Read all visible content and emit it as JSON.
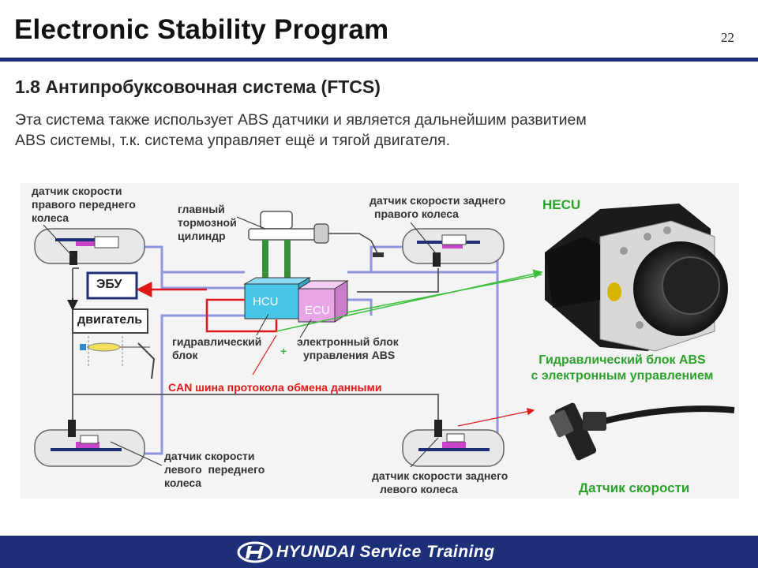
{
  "header": {
    "title": "Electronic Stability Program",
    "page_number": "22"
  },
  "section": {
    "title": "1.8 Антипробуксовочная система (FTCS)"
  },
  "intro": {
    "line1": "Эта система также использует ABS датчики и является дальнейшим развитием",
    "line2": "ABS системы, т.к. система управляет ещё и тягой двигателя."
  },
  "diagram": {
    "labels": {
      "front_right_sensor": [
        "датчик скорости",
        "правого переднего",
        "колеса"
      ],
      "master_cylinder": [
        "главный",
        "тормозной",
        "цилиндр"
      ],
      "rear_right_sensor": [
        "датчик скорости заднего",
        "правого колеса"
      ],
      "hecu": "HECU",
      "ecu_engine": "ЭБУ",
      "engine": "двигатель",
      "hcu": "HCU",
      "ecu": "ECU",
      "hydraulic_block": [
        "гидравлический",
        "блок"
      ],
      "electronic_block": [
        "электронный блок",
        "управления ABS"
      ],
      "can_bus": "CAN шина протокола обмена данными",
      "abs_hydraulic_caption": [
        "Гидравлический блок ABS",
        "с электронным управлением"
      ],
      "front_left_sensor": [
        "датчик скорости",
        "левого  переднего",
        "колеса"
      ],
      "rear_left_sensor": [
        "датчик скорости заднего",
        "левого колеса"
      ],
      "speed_sensor": "Датчик скорости",
      "plus": "+"
    },
    "colors": {
      "blue_line": "#8f95e0",
      "red_line": "#e01818",
      "green_line": "#3bbf3b",
      "hcu_fill": "#46c6e8",
      "ecu_fill": "#e8a6e8",
      "frame_blue": "#1e2f7a"
    }
  },
  "footer": {
    "brand": "HYUNDAI",
    "text": "Service  Training"
  }
}
